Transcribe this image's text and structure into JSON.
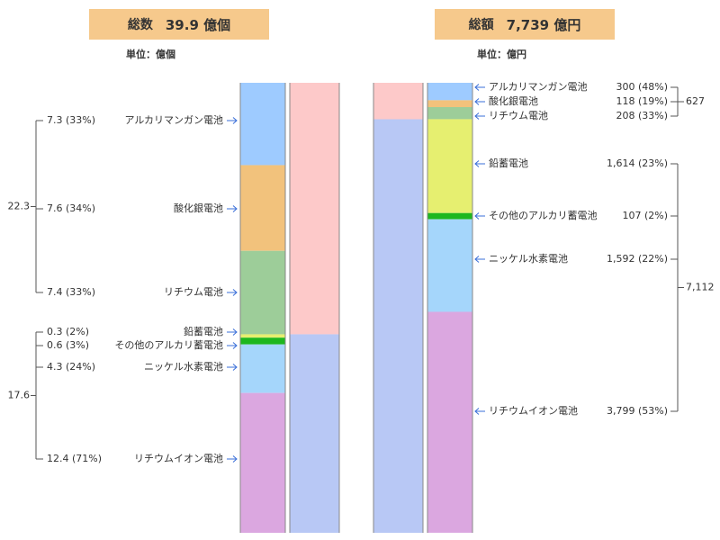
{
  "panels": {
    "left": {
      "title_label": "総数",
      "title_value": "39.9 億個",
      "unit": "単位：億個"
    },
    "right": {
      "title_label": "総額",
      "title_value": "7,739 億円",
      "unit": "単位：億円"
    }
  },
  "colors": {
    "alkaline_manganese": "#9ecbff",
    "silver_oxide": "#f2c27c",
    "lithium": "#9dcd99",
    "lead_acid": "#e6ef70",
    "other_alkaline": "#1eb71e",
    "nickel_metal_hydride": "#a5d6fb",
    "lithium_ion": "#dba7e0",
    "primary_total": "#fdc9c9",
    "secondary_total": "#b8c8f5",
    "bracket": "#555555",
    "arrow": "#3a6fd8"
  },
  "chart_data": [
    {
      "type": "bar",
      "title": "総数 39.9 億個",
      "unit": "単位：億個",
      "ylim": [
        0,
        39.9
      ],
      "categories": [
        "アルカリマンガン電池",
        "酸化銀電池",
        "リチウム電池",
        "鉛蓄電池",
        "その他のアルカリ蓄電池",
        "ニッケル水素電池",
        "リチウムイオン電池"
      ],
      "values": [
        7.3,
        7.6,
        7.4,
        0.3,
        0.6,
        4.3,
        12.4
      ],
      "value_labels": [
        "7.3 (33%)",
        "7.6 (34%)",
        "7.4 (33%)",
        "0.3 (2%)",
        "0.6 (3%)",
        "4.3 (24%)",
        "12.4 (71%)"
      ],
      "groups": [
        {
          "total": 22.3,
          "total_label": "22.3",
          "members": [
            0,
            1,
            2
          ]
        },
        {
          "total": 17.6,
          "total_label": "17.6",
          "members": [
            3,
            4,
            5,
            6
          ]
        }
      ]
    },
    {
      "type": "bar",
      "title": "総額 7,739 億円",
      "unit": "単位：億円",
      "ylim": [
        0,
        7739
      ],
      "categories": [
        "アルカリマンガン電池",
        "酸化銀電池",
        "リチウム電池",
        "鉛蓄電池",
        "その他のアルカリ蓄電池",
        "ニッケル水素電池",
        "リチウムイオン電池"
      ],
      "values": [
        300,
        118,
        208,
        1614,
        107,
        1592,
        3799
      ],
      "value_labels": [
        "300 (48%)",
        "118 (19%)",
        "208 (33%)",
        "1,614 (23%)",
        "107 (2%)",
        "1,592 (22%)",
        "3,799 (53%)"
      ],
      "groups": [
        {
          "total": 627,
          "total_label": "627",
          "members": [
            0,
            1,
            2
          ]
        },
        {
          "total": 7112,
          "total_label": "7,112",
          "members": [
            3,
            4,
            5,
            6
          ]
        }
      ]
    }
  ]
}
